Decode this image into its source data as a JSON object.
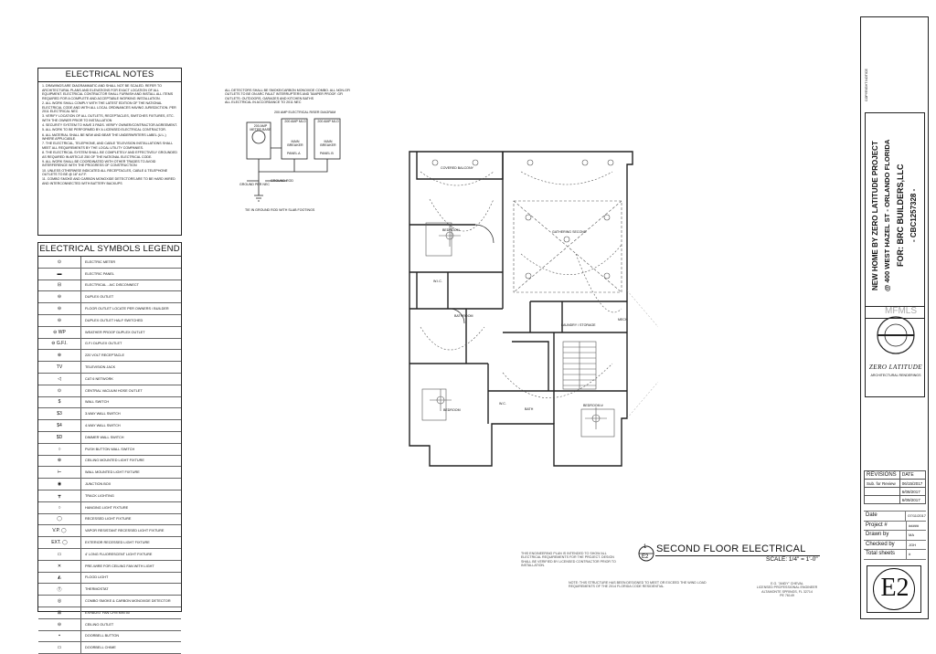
{
  "electrical_notes": {
    "title": "ELECTRICAL NOTES",
    "items": [
      "1. DRAWINGS ARE DIAGRAMMATIC AND SHALL NOT BE SCALED. REFER TO ARCHITECTURAL PLANS AND ELEVATIONS FOR EXACT LOCATION OF ALL EQUIPMENT. ELECTRICAL CONTRACTOR SHALL FURNISH AND INSTALL ALL ITEMS REQUIRED FOR A COMPLETE AND ACCEPTABLE WORKING INSTALLATION.",
      "2. ALL WORK SHALL COMPLY WITH THE LATEST EDITION OF THE NATIONAL ELECTRICAL CODE AND WITH ALL LOCAL ORDINANCES HAVING JURISDICTION. PER 2011 ELECTRICAL NEC",
      "3. VERIFY LOCATION OF ALL OUTLETS, RECEPTACLES, SWITCHES FIXTURES, ETC. WITH THE OWNER PRIOR TO INSTALLATION",
      "4. SECURITY SYSTEM TO HAVE 3 PADS. VERIFY OWNER/CONTRACTOR AGREEMENT.",
      "5. ALL WORK TO BE PERFORMED BY A LICENSED ELECTRICAL CONTRACTOR.",
      "6. ALL MATERIAL SHALL BE NEW AND BEAR THE UNDERWRITERS LABEL (U.L.) WHERE APPLICABLE.",
      "7. THE ELECTRICAL, TELEPHONE, AND CABLE TELEVISION INSTALLATIONS SHALL MEET ALL REQUIREMENTS BY THE LOCAL UTILITY COMPANIES.",
      "8. THE ELECTRICAL SYSTEM SHALL BE COMPLETELY AND EFFECTIVELY GROUNDED AS REQUIRED IN ARTICLE 250 OF THE NATIONAL ELECTRICAL CODE.",
      "9. ALL WORK SHALL BE COORDINATED WITH OTHER TRADES TO AVOID INTERFERENCE WITH THE PROGRESS OF CONSTRUCTION",
      "10. UNLESS OTHERWISE INDICATED ALL RECEPTACLES, CABLE & TELEPHONE OUTLETS TO BE @ 18\" A.F.F.",
      "11. COMBO SMOKE AND CARBON MONOXIDE DETECTORS ARE TO BE HARD WIRED AND INTERCONNECTED WITH BATTERY BACKUPS"
    ]
  },
  "legend": {
    "title": "ELECTRICAL SYMBOLS LEGEND",
    "rows": [
      {
        "sym": "⊙",
        "label": "ELECTRIC METER"
      },
      {
        "sym": "▬",
        "label": "ELECTRIC PANEL"
      },
      {
        "sym": "⊟",
        "label": "ELECTRICAL - A/C DISCONNECT"
      },
      {
        "sym": "⊖",
        "label": "DUPLEX OUTLET"
      },
      {
        "sym": "⊖",
        "label": "FLOOR OUTLET LOCATE PER OWNERS / BUILDER"
      },
      {
        "sym": "⊖",
        "label": "DUPLEX OUTLET HALF SWITCHED"
      },
      {
        "sym": "⊖ WP",
        "label": "WEATHER PROOF DUPLEX OUTLET"
      },
      {
        "sym": "⊖ G.F.I.",
        "label": "G.F.I DUPLEX OUTLET"
      },
      {
        "sym": "⊛",
        "label": "220 VOLT RECEPTACLE"
      },
      {
        "sym": "TV",
        "label": "TELEVISION JACK"
      },
      {
        "sym": "◁",
        "label": "CAT 6 NETWORK"
      },
      {
        "sym": "⊙",
        "label": "CENTRAL VACUUM HOSE OUTLET"
      },
      {
        "sym": "$",
        "label": "WALL SWITCH"
      },
      {
        "sym": "$3",
        "label": "3-WAY WALL SWITCH"
      },
      {
        "sym": "$4",
        "label": "4-WAY WALL SWITCH"
      },
      {
        "sym": "$D",
        "label": "DIMMER WALL SWITCH"
      },
      {
        "sym": "○",
        "label": "PUSH BUTTON WALL SWITCH"
      },
      {
        "sym": "⊕",
        "label": "CEILING MOUNTED LIGHT FIXTURE"
      },
      {
        "sym": "⊢",
        "label": "WALL MOUNTED LIGHT FIXTURE"
      },
      {
        "sym": "◉",
        "label": "JUNCTION BOX"
      },
      {
        "sym": "┳",
        "label": "TRACK LIGHTING"
      },
      {
        "sym": "○",
        "label": "HANGING LIGHT FIXTURE"
      },
      {
        "sym": "◯",
        "label": "RECESSED LIGHT FIXTURE"
      },
      {
        "sym": "V.P. ◯",
        "label": "VAPOR RESISTANT RECESSED LIGHT FIXTURE"
      },
      {
        "sym": "EXT. ◯",
        "label": "EXTERIOR RECESSED LIGHT FIXTURE"
      },
      {
        "sym": "▭",
        "label": "4' LONG FLUORESCENT LIGHT FIXTURE"
      },
      {
        "sym": "✕",
        "label": "PRE-WIRE FOR CEILING FAN WITH LIGHT"
      },
      {
        "sym": "◭",
        "label": "FLOOD LIGHT"
      },
      {
        "sym": "Ⓣ",
        "label": "THERMOSTAT"
      },
      {
        "sym": "◎",
        "label": "COMBO SMOKE & CARBON MONOXIDE DETECTOR"
      },
      {
        "sym": "⊠",
        "label": "EXHAUST FAN CFM MIN 50"
      },
      {
        "sym": "⊖",
        "label": "CEILING OUTLET"
      },
      {
        "sym": "▪",
        "label": "DOORBELL BUTTON"
      },
      {
        "sym": "▭",
        "label": "DOORBELL CHIME"
      }
    ]
  },
  "riser": {
    "note1": "ALL DETECTORS SHALL BE SMOKE/CARBON MONOXIDE COMBO. ALL NON-GFI OUTLETS TO BE ON ARC FAULT INTERRUPTERS AND TAMPER PROOF. GFI OUTLETS: OUTDOORS, GARAGES AND KITCHEN BATHS",
    "note2": "ALL ELECTRICAL IN ACCORDANCE TO 2011 NEC",
    "title": "200 AMP ELECTRICAL RISER DIAGRAM",
    "meter": "200 AMP METER BASE",
    "panel_a_top": "200 AMP MLO",
    "panel_b_top": "200 AMP MLO",
    "panel_a_main": "MAIN BREAKER",
    "panel_b_main": "MAIN BREAKER",
    "panel_a": "PANEL A",
    "panel_b": "PANEL B",
    "grounding": "GROUND ROD",
    "ground_label": "GROUND PER NEC",
    "tie_note": "TIE IN GROUND ROD WITH SLAB FOOTINGS"
  },
  "rooms": {
    "balcony": "COVERED BALCONY",
    "gathering": "GATHERING SECOND",
    "bedroom_top": "BEDROOM",
    "wic": "W.I.C.",
    "bath": "BATHROOM",
    "laundry": "LAUNDRY / STORAGE",
    "mech": "MECH",
    "bedroom_left": "BEDROOM",
    "bedroom_right": "BEDROOM #",
    "bath2": "BATH",
    "wc": "W.C."
  },
  "drawing": {
    "title": "SECOND FLOOR ELECTRICAL",
    "scale": "SCALE: 1/4\" = 1'-0\"",
    "num": "1",
    "sheet": "E2"
  },
  "notes_bottom_1": "THIS ENGINEERING PLAN IS INTENDED TO SHOW ALL ELECTRICAL REQUIREMENTS FOR THE PROJECT. DESIGN SHALL BE VERIFIED BY LICENSED CONTRACTOR PRIOR TO INSTALLATION.",
  "notes_bottom_2": "NOTE: THIS STRUCTURE HAS BEEN DESIGNED TO MEET OR EXCEED THE WIND LOAD REQUIREMENTS OF THE 2014 FLORIDA CODE RESIDENTIAL",
  "engineer": {
    "name": "E.G. \"ANDY\" CHEVAL",
    "line1": "LICENSED PROFESSIONAL ENGINEER",
    "line2": "ALTAMONTE SPRINGS, FL 32714",
    "line3": "PE 76149"
  },
  "title_block": {
    "copyright": "COPYRIGHT NOTICE",
    "project": "NEW HOME BY ZERO LATITUDE PROJECT",
    "address": "@ 400 WEST HAZEL ST - ORLANDO FLORIDA",
    "for": "FOR: BRC BUILDERS,LLC",
    "lic": "- CBC1257328 -",
    "logo_text": "ZERO LATITUDE",
    "logo_sub": "ARCHITECTURAL RENDERINGS",
    "watermark": "MFMLS"
  },
  "revisions": {
    "header": [
      "REVISIONS",
      "DATE"
    ],
    "rows": [
      [
        "Sub. for Review",
        "06/15/2017"
      ],
      [
        "",
        "6/08/2017"
      ],
      [
        "",
        "6/09/2017"
      ]
    ]
  },
  "info": [
    {
      "k": "Date",
      "v": "07/11/2017"
    },
    {
      "k": "Project #",
      "v": "#####"
    },
    {
      "k": "Drawn by",
      "v": "MA"
    },
    {
      "k": "Checked by",
      "v": "JGH"
    },
    {
      "k": "Total sheets",
      "v": "#"
    }
  ]
}
